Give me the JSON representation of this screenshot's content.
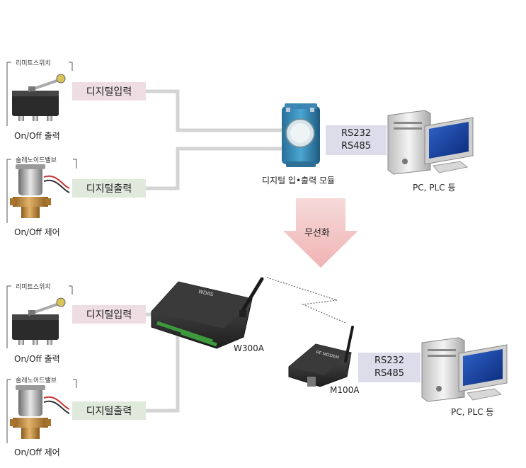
{
  "top": {
    "limit_switch_title": "리미트스위치",
    "limit_switch_caption": "On/Off 출력",
    "digital_input_label": "디지털입력",
    "solenoid_title": "솔레노이드밸브",
    "solenoid_caption": "On/Off 제어",
    "digital_output_label": "디지털출력",
    "module_caption": "디지털 입•출력 모듈",
    "serial_line1": "RS232",
    "serial_line2": "RS485",
    "pc_caption": "PC, PLC 등"
  },
  "arrow_label": "무선화",
  "bottom": {
    "limit_switch_title": "리미트스위치",
    "limit_switch_caption": "On/Off 출력",
    "digital_input_label": "디지털입력",
    "solenoid_title": "솔레노이드밸브",
    "solenoid_caption": "On/Off 제어",
    "digital_output_label": "디지털출력",
    "w300a_caption": "W300A",
    "w300a_brand": "WDAS",
    "m100a_caption": "M100A",
    "m100a_brand": "RF MODEM",
    "serial_line1": "RS232",
    "serial_line2": "RS485",
    "pc_caption": "PC, PLC 등"
  }
}
